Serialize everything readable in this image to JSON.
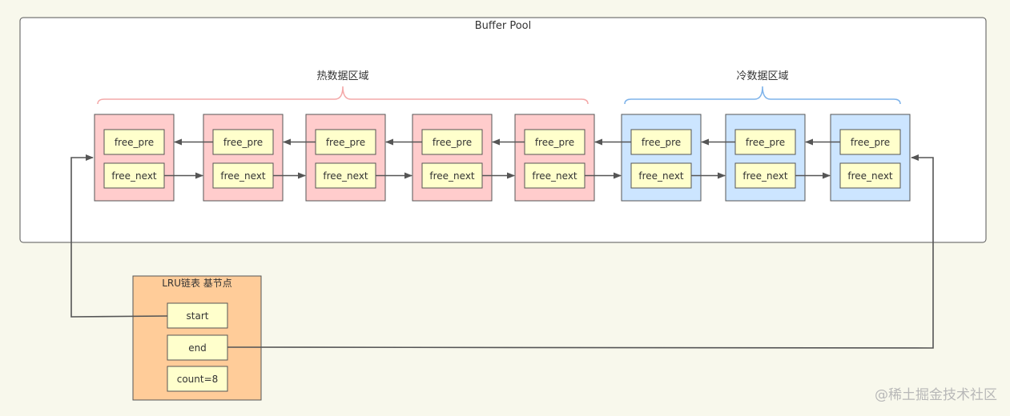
{
  "pool": {
    "title": "Buffer Pool"
  },
  "regions": {
    "hot": "热数据区域",
    "cold": "冷数据区域"
  },
  "node": {
    "pre_label": "free_pre",
    "next_label": "free_next"
  },
  "nodes": [
    {
      "region": "hot"
    },
    {
      "region": "hot"
    },
    {
      "region": "hot"
    },
    {
      "region": "hot"
    },
    {
      "region": "hot"
    },
    {
      "region": "cold"
    },
    {
      "region": "cold"
    },
    {
      "region": "cold"
    }
  ],
  "lru_base": {
    "title": "LRU链表 基节点",
    "start_label": "start",
    "end_label": "end",
    "count_label": "count=8"
  },
  "watermark": "@稀土掘金技术社区",
  "colors": {
    "background": "#f8f8ec",
    "hot_fill": "#ffcccc",
    "cold_fill": "#cce5ff",
    "field_fill": "#ffffcc",
    "base_fill": "#ffcc99",
    "hot_brace": "#f4a8a8",
    "cold_brace": "#7eb3ea",
    "arrow": "#555555"
  }
}
